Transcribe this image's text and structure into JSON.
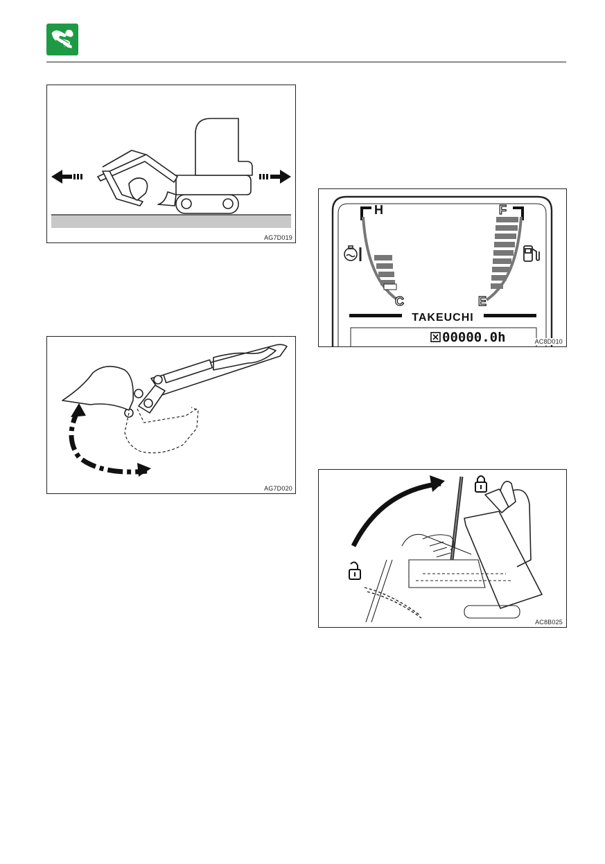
{
  "header": {
    "icon": "hand-operation-icon"
  },
  "figures": {
    "travel": {
      "code": "AG7D019",
      "icons": [
        "excavator-icon",
        "arrow-left-icon",
        "arrow-right-icon"
      ]
    },
    "bucket": {
      "code": "AG7D020",
      "icons": [
        "bucket-curl-arrow-icon"
      ]
    },
    "meter": {
      "code": "AC8D010",
      "temp_high": "H",
      "temp_low": "C",
      "fuel_full": "F",
      "fuel_empty": "E",
      "brand": "TAKEUCHI",
      "hour_meter": "00000.0h",
      "temp_level": 0.25,
      "fuel_level": 1.0,
      "icons": [
        "coolant-temp-icon",
        "fuel-pump-icon",
        "hourglass-icon"
      ]
    },
    "lock_lever": {
      "code": "AC8B025",
      "icons": [
        "lock-closed-icon",
        "lock-open-icon",
        "curved-arrow-icon"
      ]
    }
  },
  "colors": {
    "accent": "#1e9a45",
    "ground": "#c8c8c8",
    "gauge_bar": "#777777"
  }
}
